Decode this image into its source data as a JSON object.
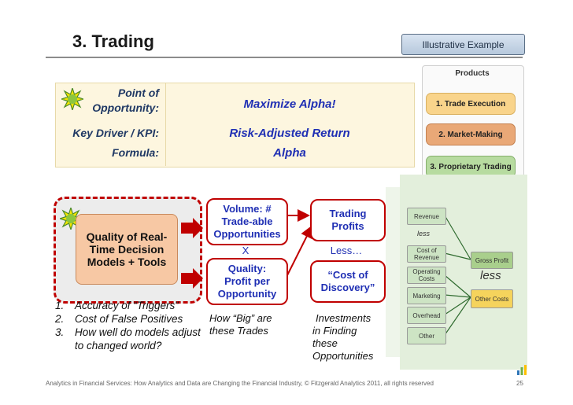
{
  "header": {
    "title": "3. Trading",
    "badge": "Illustrative Example"
  },
  "kpi": {
    "rows": [
      {
        "label_line1": "Point of",
        "label_line2": "Opportunity:",
        "value": "Maximize Alpha!"
      },
      {
        "label": "Key Driver / KPI:",
        "value": "Risk-Adjusted Return"
      },
      {
        "label": "Formula:",
        "value": "Alpha"
      }
    ]
  },
  "products": {
    "title": "Products",
    "items": [
      {
        "label": "1.  Trade Execution",
        "color": "#f9d48b"
      },
      {
        "label": "2.  Market-Making",
        "color": "#e9a877"
      },
      {
        "label": "3.  Proprietary Trading",
        "color": "#b7dba0"
      }
    ]
  },
  "quality_box": {
    "line1": "Quality of Real-",
    "line2": "Time Decision",
    "line3": "Models + Tools"
  },
  "list": [
    {
      "num": "1.",
      "text": "Accuracy of “Triggers”"
    },
    {
      "num": "2.",
      "text": "Cost of False Positives"
    },
    {
      "num": "3.",
      "text": "How well do models adjust to changed world?"
    }
  ],
  "volume": {
    "line1": "Volume: #",
    "line2": "Trade-able",
    "line3": "Opportunities"
  },
  "operator_x": "X",
  "quality_node": {
    "line1": "Quality:",
    "line2": "Profit per",
    "line3": "Opportunity"
  },
  "how_big": {
    "line1": "How “Big” are",
    "line2": "these Trades"
  },
  "trading_profits": {
    "line1": "Trading",
    "line2": "Profits"
  },
  "operator_less": "Less…",
  "cost_discovery": {
    "line1": "“Cost of",
    "line2": "Discovery”"
  },
  "investments": {
    "line1": "Investments",
    "line2": "in Finding",
    "line3": "these",
    "line4": "Opportunities"
  },
  "funnel": {
    "left_items": [
      "Revenue",
      "less",
      "Cost of Revenue",
      "Operating Costs",
      "Marketing",
      "Overhead",
      "Other"
    ],
    "gross_profit": "Gross Profit",
    "less_big": "less",
    "other_costs": "Other Costs"
  },
  "colors": {
    "accent_red": "#c00000",
    "text_blue": "#1f2fb4",
    "label_navy": "#1f3864",
    "kpi_fill": "#fdf6df"
  },
  "footer": {
    "text": "Analytics in Financial  Services: How Analytics and Data are Changing the Financial Industry, © Fitzgerald Analytics 2011, all rights reserved",
    "page": "25"
  }
}
